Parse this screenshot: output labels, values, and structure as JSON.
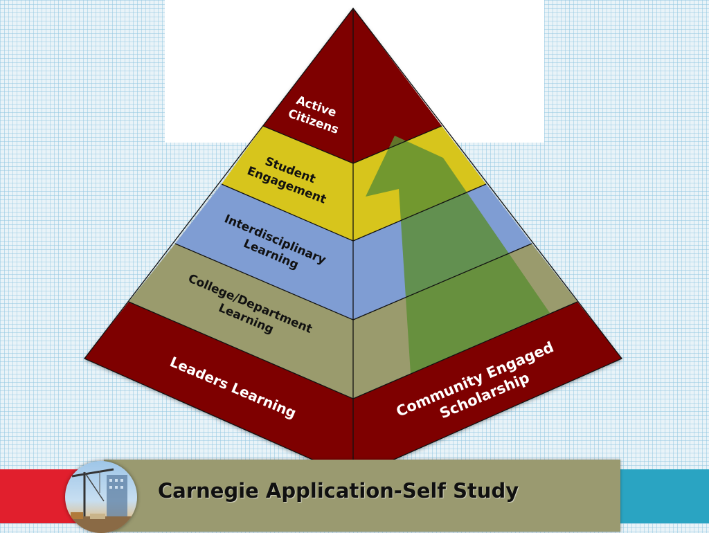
{
  "pyramid": {
    "left_face_levels": [
      "Active Citizens",
      "Student Engagement",
      "Interdisciplinary Learning",
      "College/Department Learning",
      "Leaders Learning"
    ],
    "active_lines": [
      "Active",
      "Citizens"
    ],
    "student_lines": [
      "Student",
      "Engagement"
    ],
    "inter_lines": [
      "Interdisciplinary",
      "Learning"
    ],
    "college_lines": [
      "College/Department",
      "Learning"
    ],
    "leaders_label": "Leaders Learning",
    "right_face_lines": [
      "Community Engaged",
      "Scholarship"
    ]
  },
  "footer": {
    "title": "Carnegie Application-Self Study",
    "photo": "construction-crane-photo"
  },
  "colors": {
    "maroon": "#7e0000",
    "yellow": "#d7c51c",
    "blue": "#7f9dd3",
    "khaki": "#9a9b6d",
    "green_arrow": "#5b8e33",
    "footer_band": "#9a9a70",
    "red_stripe": "#e11f2d",
    "teal_stripe": "#2aa4c2"
  }
}
